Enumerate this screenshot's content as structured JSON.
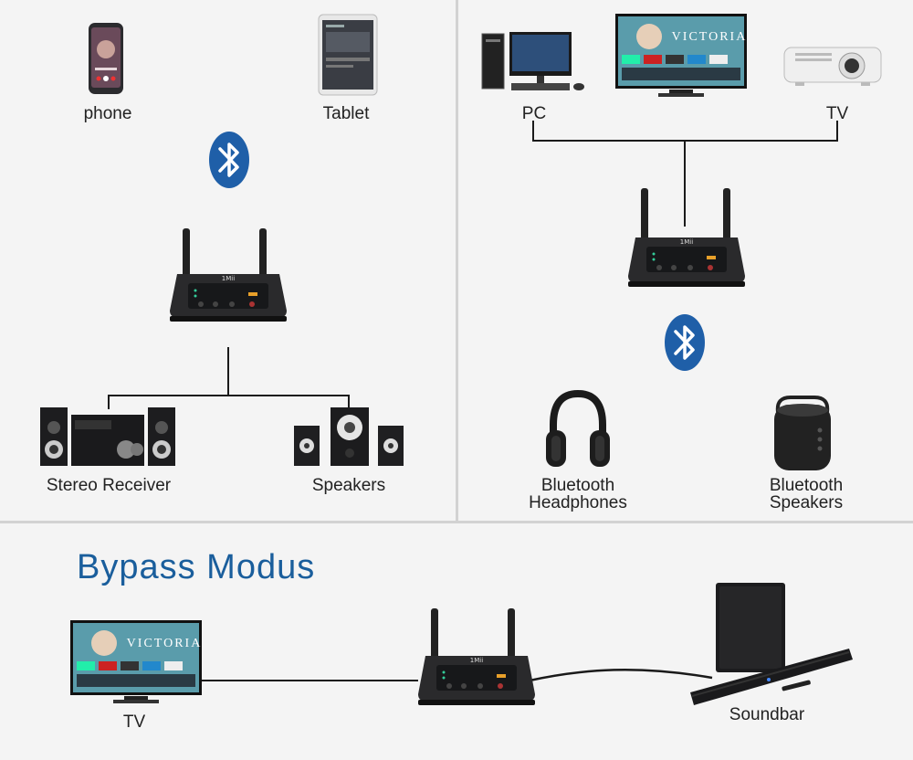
{
  "labels": {
    "phone": "phone",
    "tablet": "Tablet",
    "stereo_receiver": "Stereo Receiver",
    "speakers": "Speakers",
    "pc": "PC",
    "tv_top": "TV",
    "bt_headphones_line1": "Bluetooth",
    "bt_headphones_line2": "Headphones",
    "bt_speakers_line1": "Bluetooth",
    "bt_speakers_line2": "Speakers",
    "bypass_title": "Bypass Modus",
    "tv_bottom": "TV",
    "soundbar": "Soundbar"
  },
  "tv_screen": {
    "title": "VICTORIA"
  },
  "device": {
    "brand": "1Mii"
  },
  "colors": {
    "bluetooth": "#1f5fa8",
    "title": "#1a5e9c",
    "divider": "#d2d2d2",
    "wire": "#1a1a1a"
  },
  "icons": [
    "bluetooth-icon",
    "phone-icon",
    "tablet-icon",
    "transmitter-icon",
    "stereo-receiver-icon",
    "speakers-icon",
    "pc-icon",
    "tv-icon",
    "projector-icon",
    "headphones-icon",
    "bluetooth-speaker-icon",
    "soundbar-icon"
  ]
}
